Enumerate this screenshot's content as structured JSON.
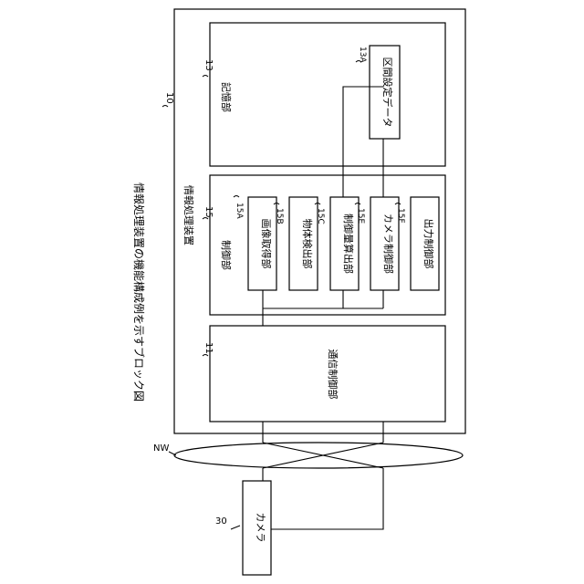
{
  "figure_caption": "情報処理装置の機能構成例を示すブロック図",
  "device": {
    "ref": "10",
    "title": "情報処理装置"
  },
  "storage": {
    "ref": "13",
    "title": "記憶部"
  },
  "storage_data": {
    "ref": "13A",
    "label": "区間設定データ"
  },
  "control": {
    "ref": "15",
    "title": "制御部"
  },
  "blocks": [
    {
      "ref": "15A",
      "label": "画像取得部"
    },
    {
      "ref": "15B",
      "label": "物体検出部"
    },
    {
      "ref": "15C",
      "label": "制御量算出部"
    },
    {
      "ref": "15E",
      "label": "カメラ制御部"
    },
    {
      "ref": "15F",
      "label": "出力制御部"
    }
  ],
  "comm": {
    "ref": "11",
    "label": "通信制御部"
  },
  "network": {
    "ref": "NW"
  },
  "camera": {
    "ref": "30",
    "label": "カメラ"
  }
}
